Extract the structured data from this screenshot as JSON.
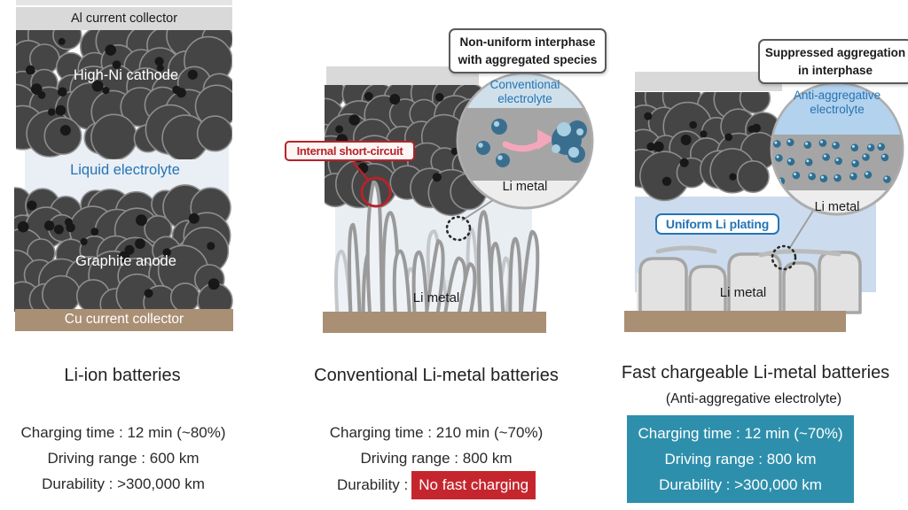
{
  "colors": {
    "blue_text": "#2574b4",
    "red": "#b5232a",
    "red_badge_bg": "#c5262e",
    "teal_box_bg": "#2e8fac",
    "collector_brown": "#a98f74",
    "collector_gray": "#d9d9d9"
  },
  "left": {
    "al_collector": "Al current collector",
    "cathode": "High-Ni cathode",
    "electrolyte": "Liquid electrolyte",
    "anode": "Graphite anode",
    "cu_collector": "Cu current collector",
    "title": "Li-ion batteries",
    "stats": [
      "Charging time : 12 min (~80%)",
      "Driving range : 600 km",
      "Durability : >300,000 km"
    ]
  },
  "middle": {
    "callout_line1": "Non-uniform interphase",
    "callout_line2": "with aggregated species",
    "short_circuit": "Internal short-circuit",
    "magnifier_electrolyte": "Conventional electrolyte",
    "magnifier_li_metal": "Li metal",
    "li_metal": "Li metal",
    "title": "Conventional Li-metal batteries",
    "stats": [
      "Charging time : 210 min (~70%)",
      "Driving range : 800 km"
    ],
    "durability_label": "Durability :",
    "durability_value": "No fast charging"
  },
  "right": {
    "callout_line1": "Suppressed aggregation",
    "callout_line2": "in interphase",
    "magnifier_electrolyte": "Anti-aggregative electrolyte",
    "magnifier_li_metal": "Li metal",
    "uniform_plating": "Uniform Li plating",
    "li_metal": "Li metal",
    "title": "Fast chargeable Li-metal batteries",
    "subtitle": "(Anti-aggregative electrolyte)",
    "stats": [
      "Charging time : 12 min (~70%)",
      "Driving range : 800 km",
      "Durability : >300,000 km"
    ]
  }
}
